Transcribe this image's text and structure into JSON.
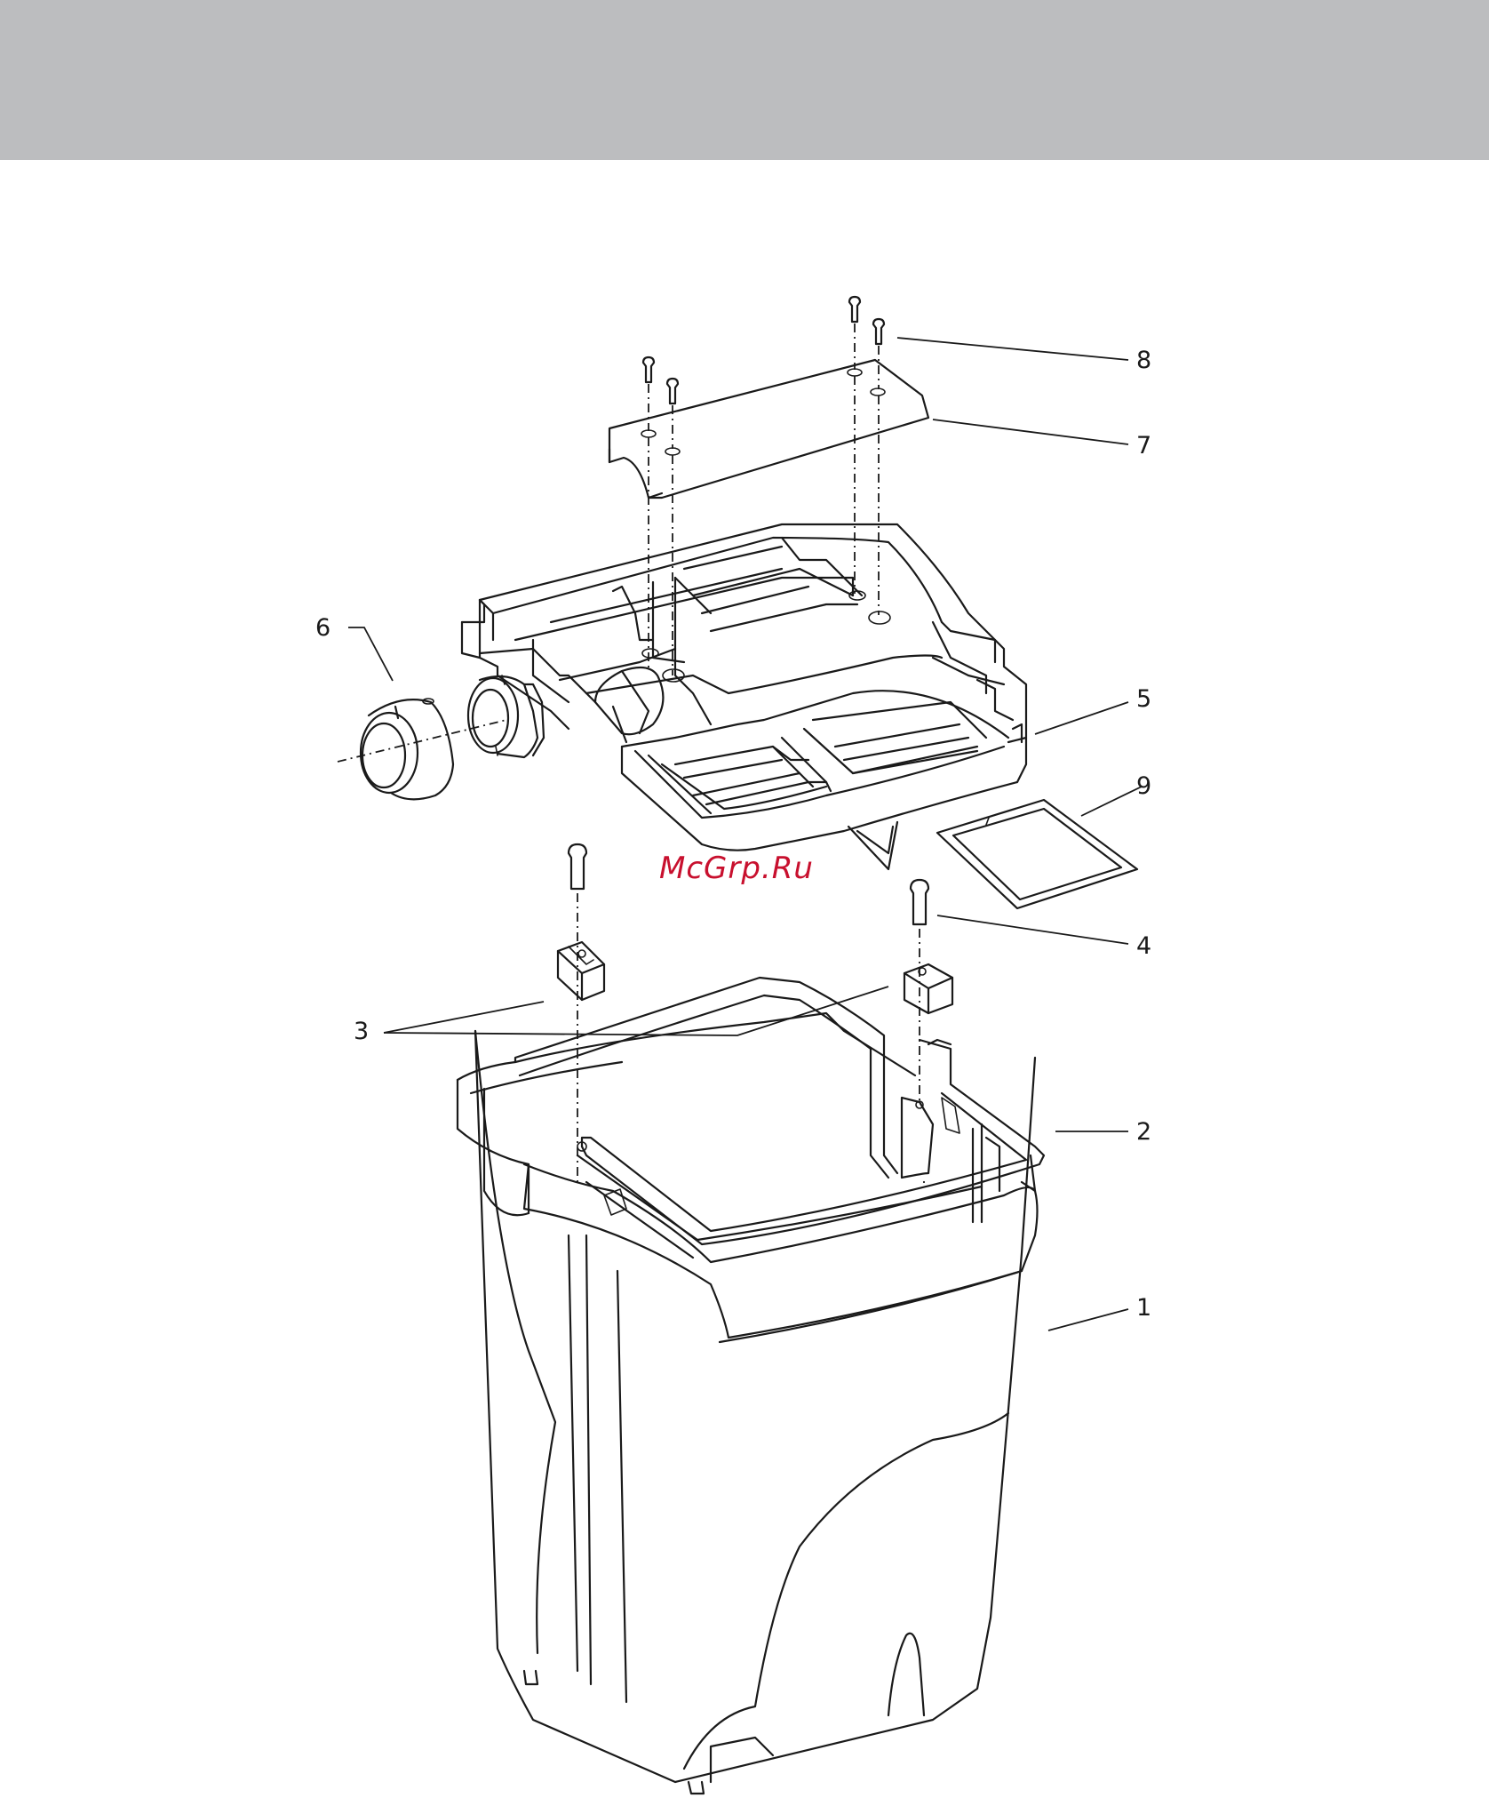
{
  "labels": {
    "p1": "1",
    "p2": "2",
    "p3": "3",
    "p4": "4",
    "p5": "5",
    "p6": "6",
    "p7": "7",
    "p8": "8",
    "p9": "9"
  },
  "watermark": "McGrp.Ru",
  "colors": {
    "header_band": "#bcbdbf",
    "watermark": "#c8102e",
    "line": "#1a1a1a"
  }
}
